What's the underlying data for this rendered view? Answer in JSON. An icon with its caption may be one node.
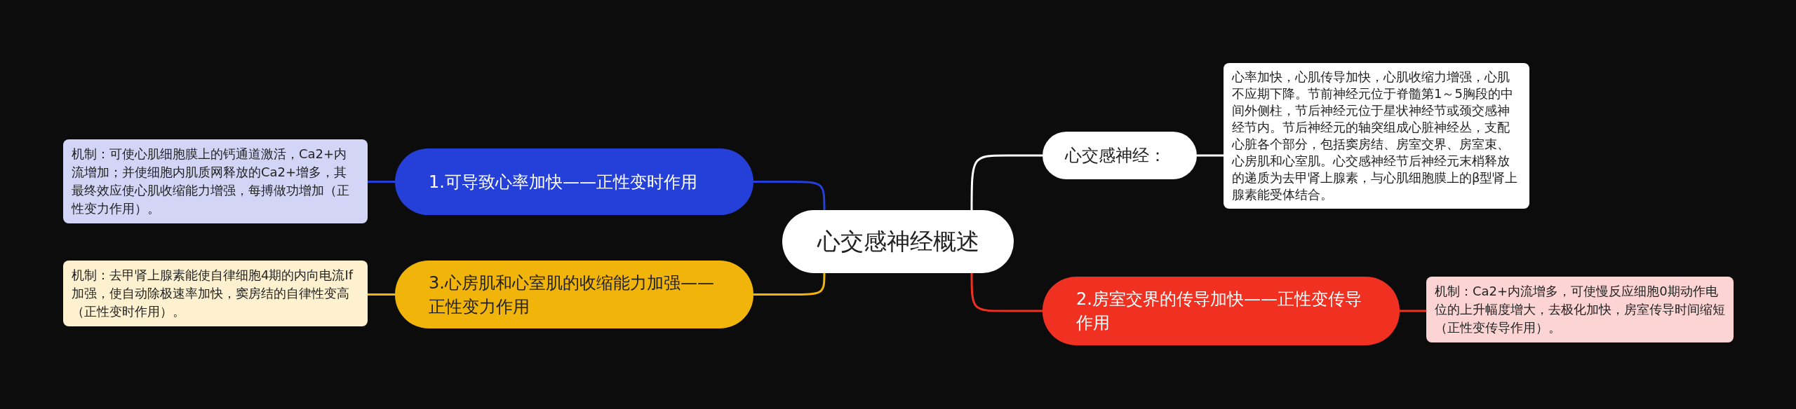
{
  "diagram": {
    "nodes": [
      {
        "text": [
          "心交感神经概述"
        ]
      },
      {
        "text": [
          "1.可导致心率加快——正性变时作用"
        ]
      },
      {
        "text": [
          "机制：可使心肌细胞膜上的钙通道激活，Ca2+内流增加；并使细胞内肌质网释放的Ca2+增多，其最终效应使心肌收缩能力增强，每搏做功增加（正性变力作用）。"
        ]
      },
      {
        "text": [
          "3.心房肌和心室肌的收缩能力加强——正性变力作用"
        ]
      },
      {
        "text": [
          "机制：去甲肾上腺素能使自律细胞4期的内向电流If加强，使自动除极速率加快，窦房结的自律性变高（正性变时作用）。"
        ]
      },
      {
        "text": [
          "心交感神经："
        ]
      },
      {
        "text": [
          "心率加快，心肌传导加快，心肌收缩力增强，心肌不应期下降。节前神经元位于脊髓第1～5胸段的中间外侧柱，节后神经元位于星状神经节或颈交感神经节内。节后神经元的轴突组成心脏神经丛，支配心脏各个部分，包括窦房结、房室交界、房室束、心房肌和心室肌。心交感神经节后神经元末梢释放的递质为去甲肾上腺素，与心肌细胞膜上的β型肾上腺素能受体结合。"
        ]
      },
      {
        "text": [
          "2.房室交界的传导加快——正性变传导作用"
        ]
      },
      {
        "text": [
          "机制：Ca2+内流增多，可使慢反应细胞0期动作电位的上升幅度增大，去极化加快，房室传导时间缩短（正性变传导作用）。"
        ]
      }
    ],
    "edges": [
      {
        "from": 0,
        "to": 1,
        "arrow": "none",
        "color": "#2540d9"
      },
      {
        "from": 1,
        "to": 2,
        "arrow": "none",
        "color": "#2540d9"
      },
      {
        "from": 0,
        "to": 3,
        "arrow": "none",
        "color": "#f0b40a"
      },
      {
        "from": 3,
        "to": 4,
        "arrow": "none",
        "color": "#f0b40a"
      },
      {
        "from": 0,
        "to": 5,
        "arrow": "none",
        "color": "#ffffff"
      },
      {
        "from": 5,
        "to": 6,
        "arrow": "none",
        "color": "#ffffff"
      },
      {
        "from": 0,
        "to": 7,
        "arrow": "none",
        "color": "#f03020"
      },
      {
        "from": 7,
        "to": 8,
        "arrow": "none",
        "color": "#f03020"
      }
    ]
  }
}
